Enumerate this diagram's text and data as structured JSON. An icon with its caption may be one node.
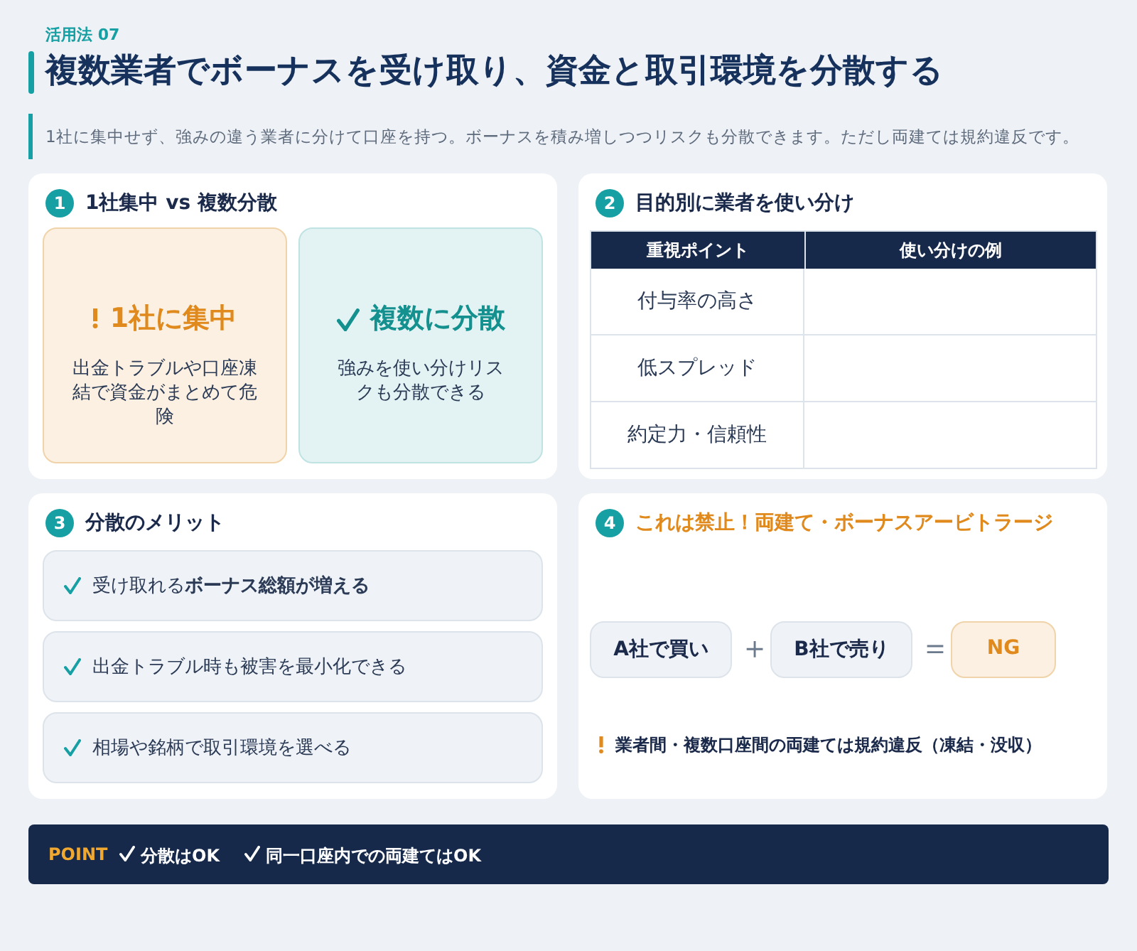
{
  "diagram": {
    "title": "複数業者でボーナスを受け取り、資金と取引環境を分散する",
    "nodes": [
      {
        "text": [
          "1",
          "1社集中 vs 複数分散"
        ]
      },
      {
        "text": [
          "1社に集中",
          "出金トラブルや口座凍結で資金がまとめて危険"
        ],
        "in": 0
      },
      {
        "text": [
          "複数に分散",
          "強みを使い分けリスクも分散できる"
        ],
        "in": 0
      },
      {
        "text": [
          "2",
          "目的別に業者を使い分け"
        ]
      },
      {
        "text": [
          "3",
          "分散のメリット"
        ]
      },
      {
        "text": [
          "受け取れる**ボーナス総額が増える**"
        ],
        "in": 4
      },
      {
        "text": [
          "出金トラブル時も被害を最小化できる"
        ],
        "in": 4
      },
      {
        "text": [
          "相場や銘柄で取引環境を選べる"
        ],
        "in": 4
      },
      {
        "text": [
          "4",
          "これは禁止！両建て・ボーナスアービトラージ"
        ]
      },
      {
        "text": [
          "A社で買い"
        ],
        "in": 8
      },
      {
        "text": [
          "B社で売り"
        ],
        "in": 8
      },
      {
        "text": [
          "NG"
        ],
        "in": 8
      },
      {
        "text": [
          "POINT",
          "分散はOK",
          "同一口座内での両建てはOK"
        ]
      }
    ],
    "edges": [],
    "labels": [
      "活用法 07",
      "1社に集中せず、強みの違う業者に分けて口座を持つ。ボーナスを積み増しつつリスクも分散できます。ただし両建ては規約違反です。",
      "重視ポイント",
      "使い分けの例",
      "付与率の高さ",
      "低スプレッド",
      "約定力・信頼性",
      "＋",
      "＝",
      "業者間・複数口座間の両建ては規約違反（凍結・没収）"
    ]
  }
}
